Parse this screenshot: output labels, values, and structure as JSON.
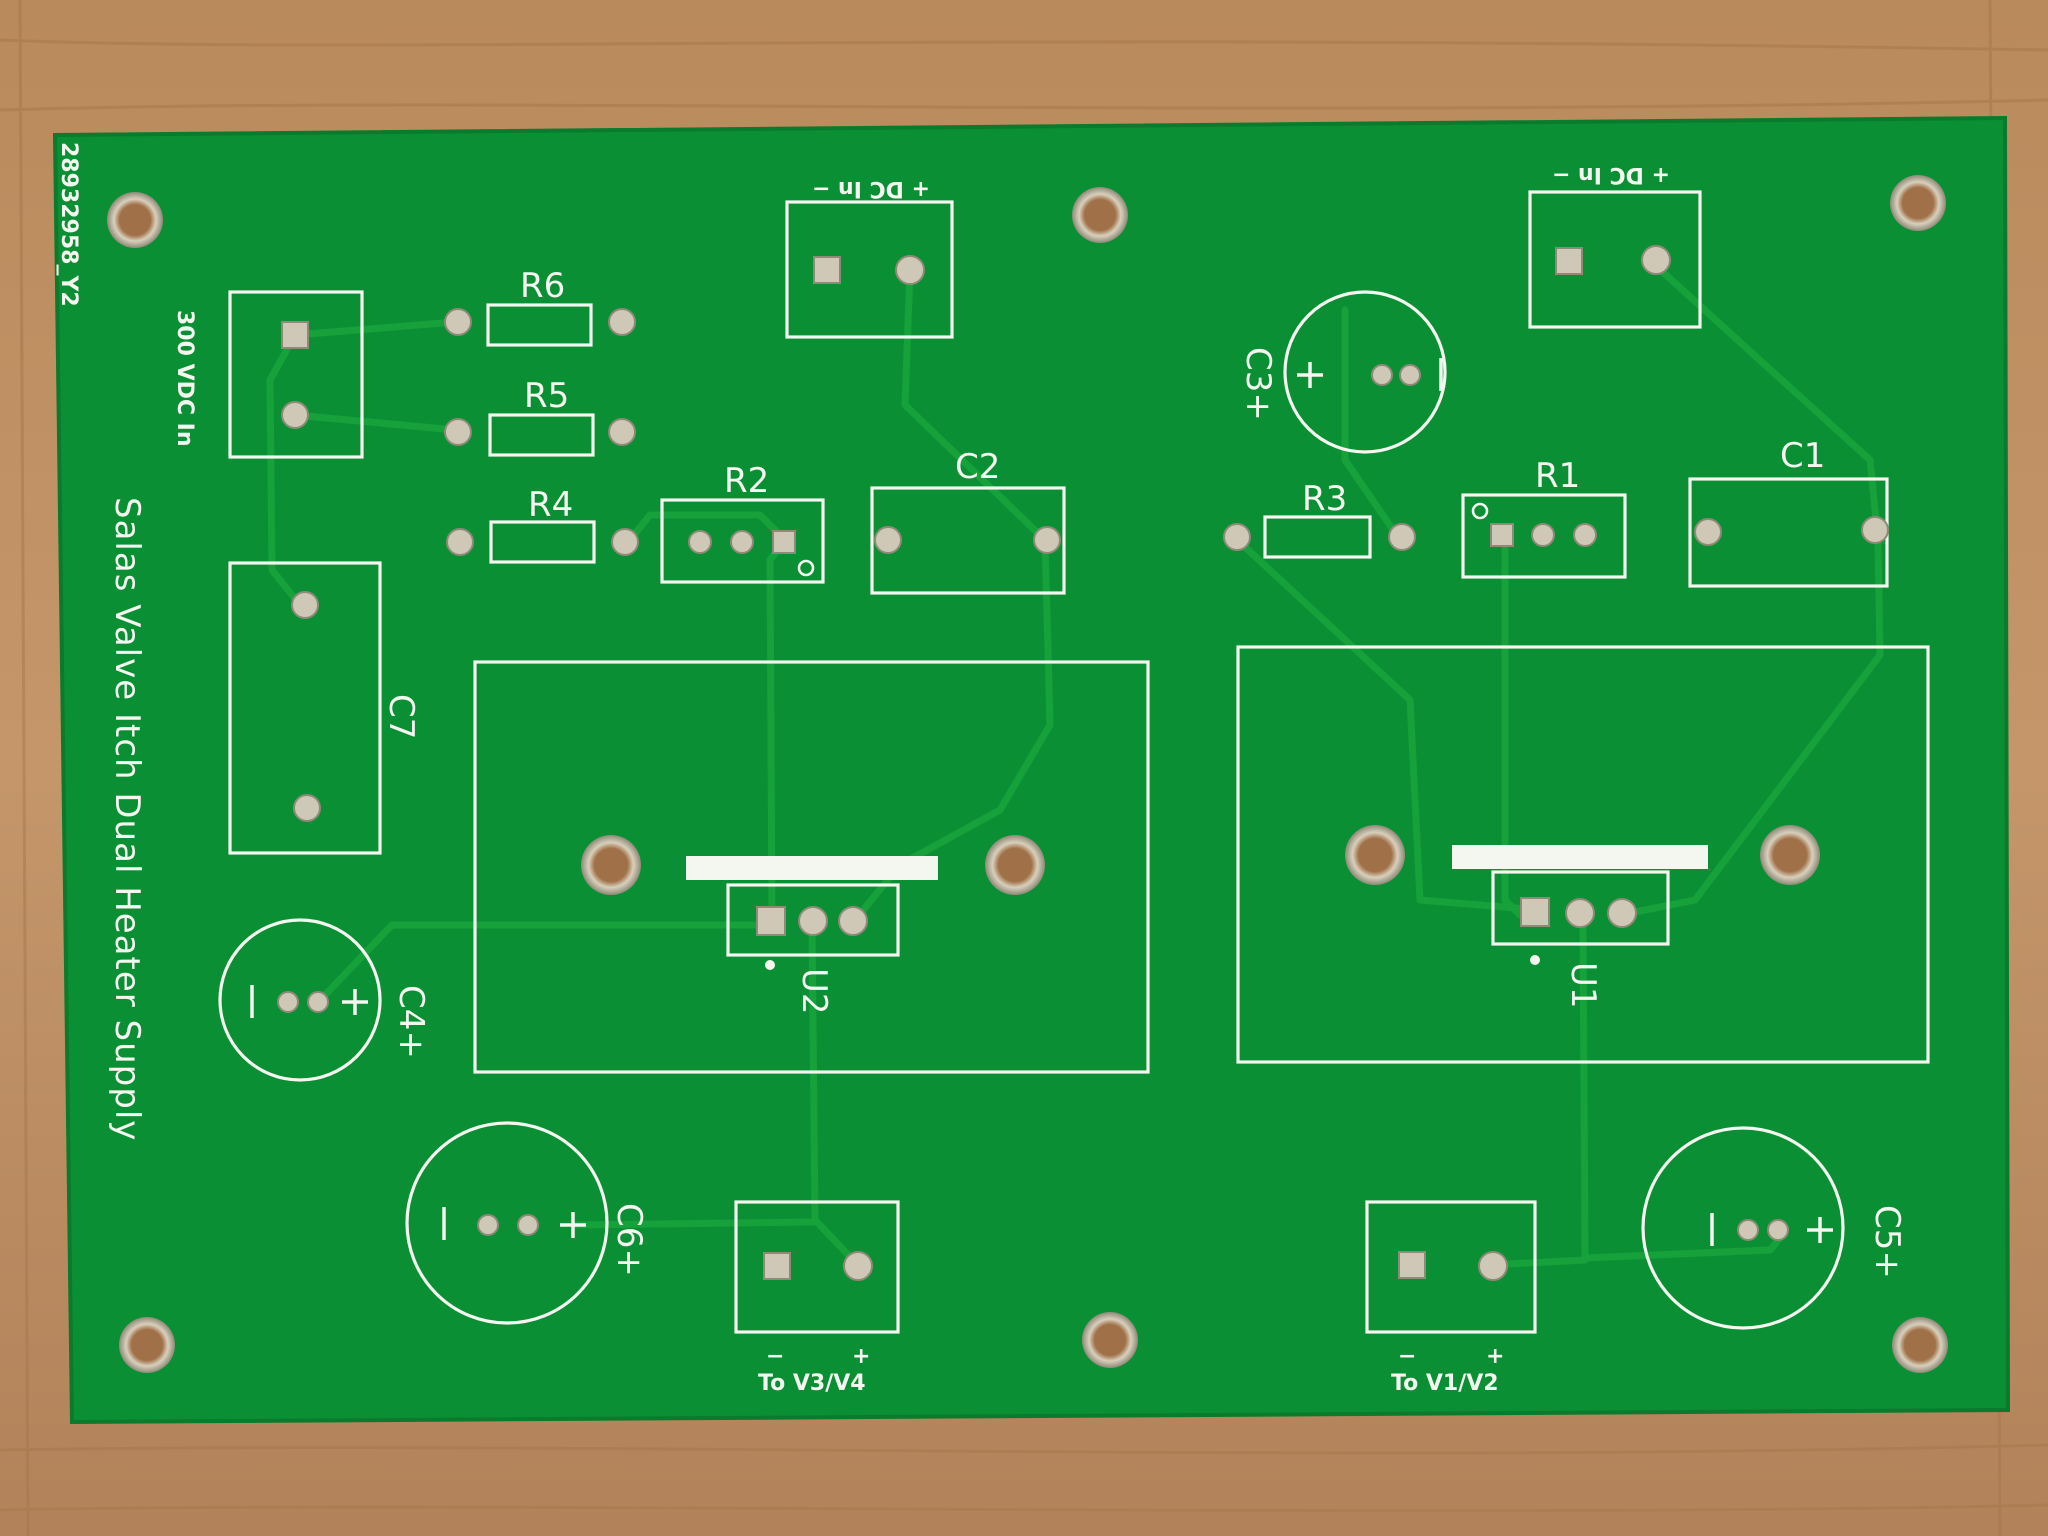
{
  "board": {
    "title": "Salas Valve Itch Dual Heater Supply",
    "serial": "28932958_Y2",
    "colors": {
      "solder_mask": "#0b8f34",
      "silkscreen": "#f4f6f0",
      "wood": "#b8875a",
      "pad": "#c9c2b0"
    }
  },
  "labels": {
    "r6": "R6",
    "r5": "R5",
    "r4": "R4",
    "r2": "R2",
    "r3": "R3",
    "r1": "R1",
    "c1": "C1",
    "c2": "C2",
    "c3": "C3+",
    "c4": "C4+",
    "c5": "C5+",
    "c6": "C6+",
    "c7": "C7",
    "u1": "U1",
    "u2": "U2",
    "hv_in": "300 VDC In",
    "dc_in_left": "+ DC In −",
    "dc_in_right": "+ DC In −",
    "out_left": "To V3/V4",
    "out_right": "To V1/V2",
    "plus": "+",
    "minus": "−"
  }
}
